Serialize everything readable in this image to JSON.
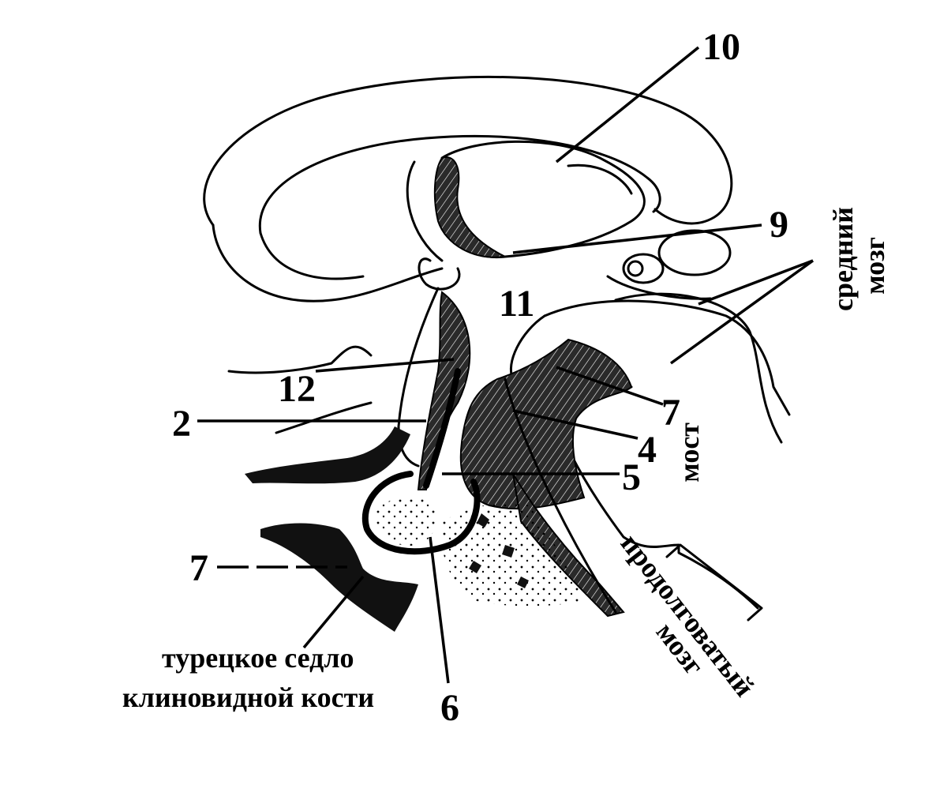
{
  "labels": {
    "n10": "10",
    "n9": "9",
    "n11": "11",
    "n12": "12",
    "n2": "2",
    "n7_right": "7",
    "n4": "4",
    "n5": "5",
    "n7_left": "7",
    "n6": "6",
    "midbrain_line1": "средний",
    "midbrain_line2": "мозг",
    "pons": "мост",
    "medulla_line1": "продолговатый",
    "medulla_line2": "мозг",
    "sella_line1": "турецкое седло",
    "sella_line2": "клиновидной кости"
  }
}
